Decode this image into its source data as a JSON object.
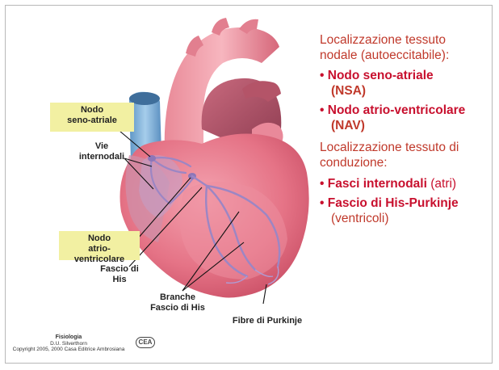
{
  "right_panel": {
    "heading1_line1": "Localizzazione tessuto",
    "heading1_line2": "nodale (autoeccitabile):",
    "bullet1_line1": "Nodo seno-atriale",
    "bullet1_line2": "(NSA)",
    "bullet2_line1": "Nodo atrio-ventricolare",
    "bullet2_line2": "(NAV)",
    "heading2_line1": "Localizzazione tessuto di",
    "heading2_line2": "conduzione:",
    "bullet3_bold": "Fasci internodali",
    "bullet3_rest": " (atri)",
    "bullet4_bold": "Fascio di His-Purkinje",
    "bullet4_line2": "(ventricoli)",
    "bullet_glyph": "•"
  },
  "labels": {
    "nodo_sa_line1": "Nodo",
    "nodo_sa_line2": "seno-atriale",
    "vie_line1": "Vie",
    "vie_line2": "internodali",
    "nodo_av_line1": "Nodo",
    "nodo_av_line2": "atrio-ventricolare",
    "fascio_line1": "Fascio di",
    "fascio_line2": "His",
    "branche_line1": "Branche",
    "branche_line2": "Fascio di His",
    "fibre": "Fibre di Purkinje"
  },
  "credit": {
    "line1": "Fisiologia",
    "line2": "D.U. Silverthorn",
    "line3": "Copyright 2005, 2000 Casa Editrice Ambrosiana",
    "badge": "CEA"
  },
  "colors": {
    "accent_red": "#c8102e",
    "callout_bg": "#f2f0a2",
    "heart_base": "#e57386",
    "vein_blue": "#7eb1d9",
    "conduction_purple": "#9c86c4"
  }
}
